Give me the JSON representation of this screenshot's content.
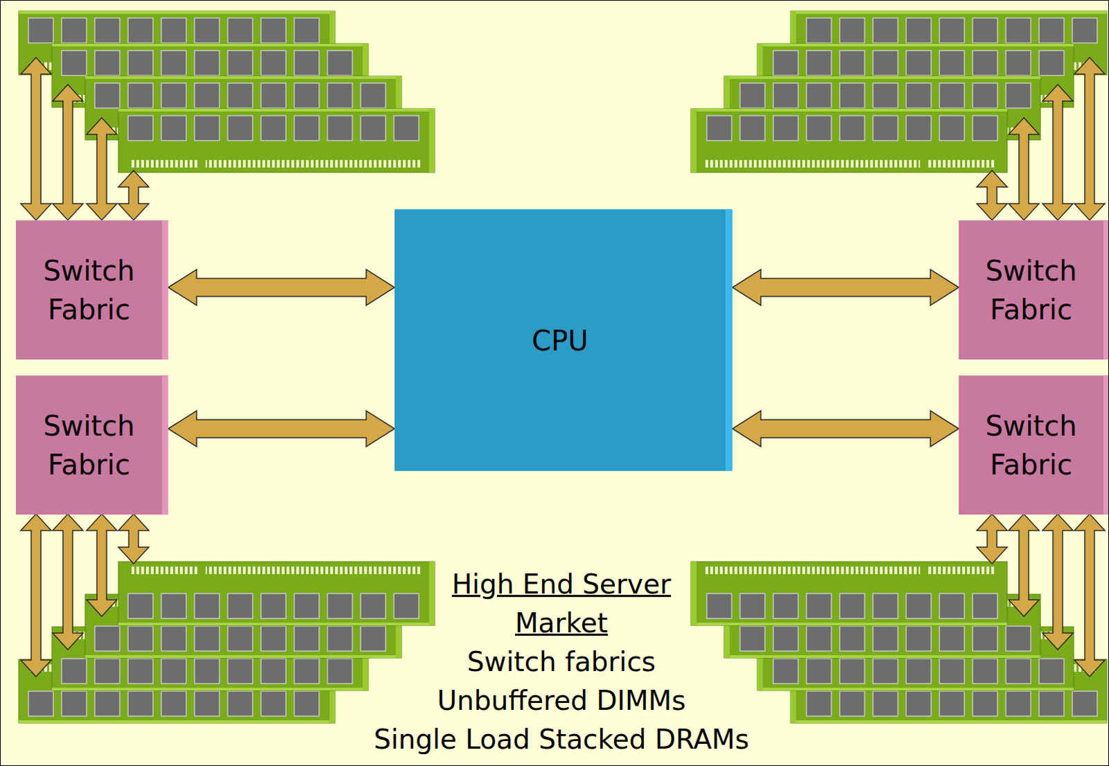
{
  "diagram": {
    "title": "High End Server Market",
    "nodes": [
      {
        "text": [
          "Switch Fabric"
        ]
      },
      {
        "text": [
          "CPU"
        ]
      },
      {
        "text": [
          "Switch Fabric"
        ]
      },
      {
        "text": [
          "Switch Fabric"
        ]
      },
      {
        "text": [
          "Switch Fabric"
        ]
      }
    ],
    "edges": [
      {
        "from": 0,
        "to": 1,
        "arrow": "both"
      },
      {
        "from": 2,
        "to": 1,
        "arrow": "both"
      },
      {
        "from": 3,
        "to": 1,
        "arrow": "both"
      },
      {
        "from": 4,
        "to": 1,
        "arrow": "both"
      }
    ],
    "labels": [
      "Switch fabrics",
      "Unbuffered DIMMs",
      "Single Load Stacked DRAMs"
    ]
  }
}
